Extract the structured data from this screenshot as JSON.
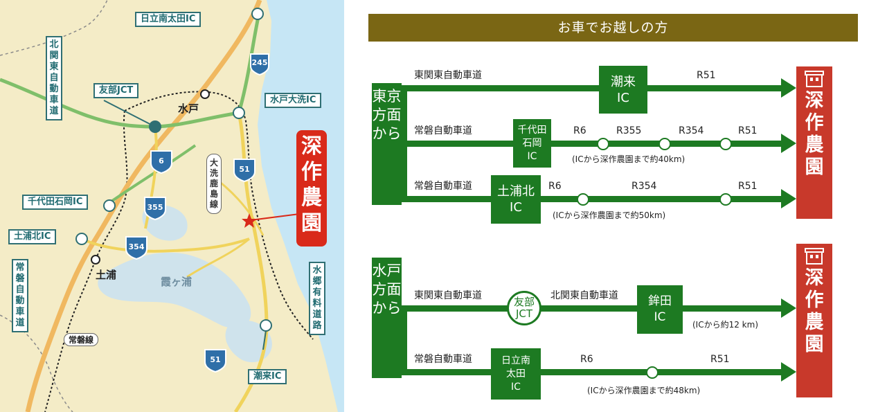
{
  "map": {
    "ic_labels": {
      "hitachi_minami_ota": "日立南太田IC",
      "tomobe_jct": "友部JCT",
      "mito_oarai": "水戸大洗IC",
      "chiyoda_ishioka": "千代田石岡IC",
      "tsuchiura_kita": "土浦北IC",
      "itako": "潮来IC"
    },
    "vertical_labels": {
      "kita_kanto": "北関東自動車道",
      "joban": "常磐自動車道",
      "suigo": "水郷有料道路",
      "oarai_kashima": "大洗鹿島線"
    },
    "place_names": {
      "mito": "水戸",
      "tsuchiura": "土浦",
      "kasumigaura": "霞ヶ浦",
      "joban_line": "常磐線"
    },
    "route_numbers": [
      "245",
      "6",
      "51",
      "355",
      "354",
      "51"
    ],
    "farm_label": "深作農園",
    "colors": {
      "sea": "#c6e6f5",
      "land": "#f4ecc7",
      "lake": "#cfe3ec",
      "road_main": "#f3c66b",
      "road_green": "#7fbf6a",
      "road_yellow": "#f0d35c"
    }
  },
  "header": {
    "title": "お車でお越しの方"
  },
  "sections": [
    {
      "origin_label": "東京方面から",
      "destination": "深作農園",
      "routes": [
        {
          "road_start": "東関東自動車道",
          "ic": "潮来\nIC",
          "segments": [
            "R51"
          ],
          "note": ""
        },
        {
          "road_start": "常磐自動車道",
          "ic": "千代田\n石岡\nIC",
          "segments": [
            "R6",
            "R355",
            "R354",
            "R51"
          ],
          "note": "(ICから深作農園まで約40km)"
        },
        {
          "road_start": "常磐自動車道",
          "ic": "土浦北\nIC",
          "segments": [
            "R6",
            "R354",
            "R51"
          ],
          "note": "(ICから深作農園まで約50km)"
        }
      ]
    },
    {
      "origin_label": "水戸方面から",
      "destination": "深作農園",
      "routes": [
        {
          "road_start": "東関東自動車道",
          "jct": "友部\nJCT",
          "road_mid": "北関東自動車道",
          "ic": "鉾田\nIC",
          "note": "(ICから約12 km)"
        },
        {
          "road_start": "常磐自動車道",
          "ic": "日立南\n太田\nIC",
          "segments": [
            "R6",
            "R51"
          ],
          "note": "(ICから深作農園まで約48km)"
        }
      ]
    }
  ],
  "colors": {
    "header_bg": "#7a6614",
    "route_green": "#1d7a22",
    "destination_red": "#c8392b"
  }
}
